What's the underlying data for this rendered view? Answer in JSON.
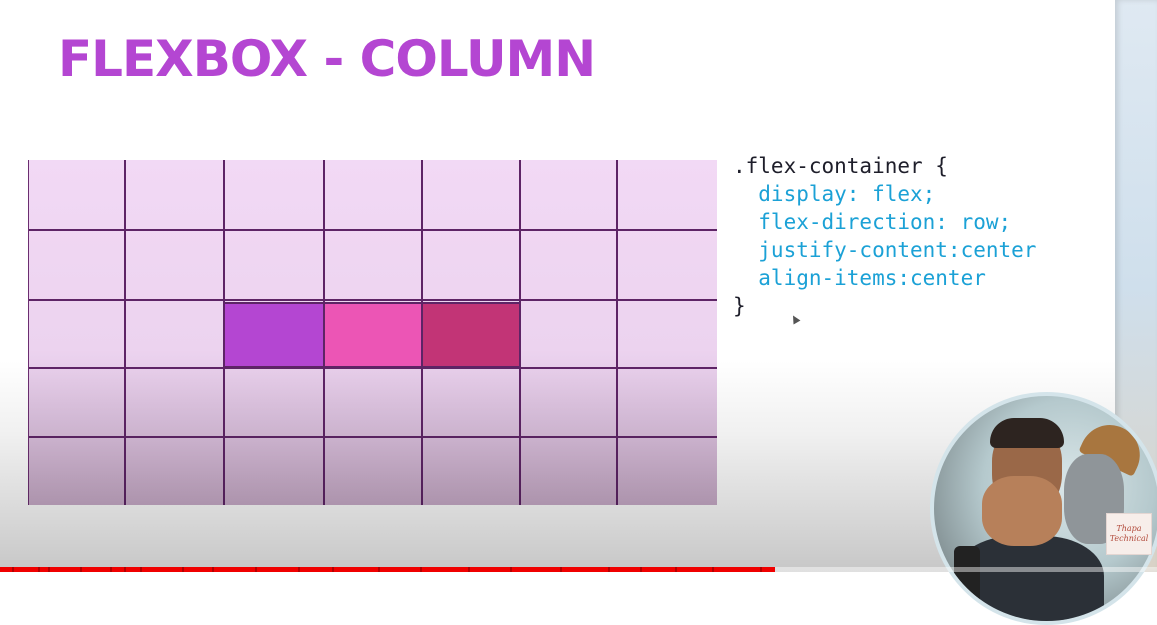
{
  "slide": {
    "title": "FLEXBOX - COLUMN",
    "code_lines": [
      {
        "text": ".flex-container {",
        "kind": "selector"
      },
      {
        "text": "  display: flex;",
        "kind": "prop"
      },
      {
        "text": "  flex-direction: row;",
        "kind": "prop"
      },
      {
        "text": "  justify-content:center",
        "kind": "prop"
      },
      {
        "text": "  align-items:center",
        "kind": "prop"
      },
      {
        "text": "}",
        "kind": "selector"
      }
    ],
    "colors": {
      "title": "#b446d2",
      "grid_cell": "#f2d9f5",
      "grid_line": "#5e2466",
      "code_text": "#1e1e2a",
      "code_prop": "#1ba1d6"
    },
    "grid": {
      "columns": 7,
      "rows": 5,
      "flex_items": [
        {
          "color": "#b446d2"
        },
        {
          "color": "#ec55b5"
        },
        {
          "color": "#c23476"
        }
      ]
    }
  },
  "watermark": {
    "text": "Thapa Technical"
  },
  "player": {
    "progress": 0.67,
    "accent": "#f00000"
  }
}
